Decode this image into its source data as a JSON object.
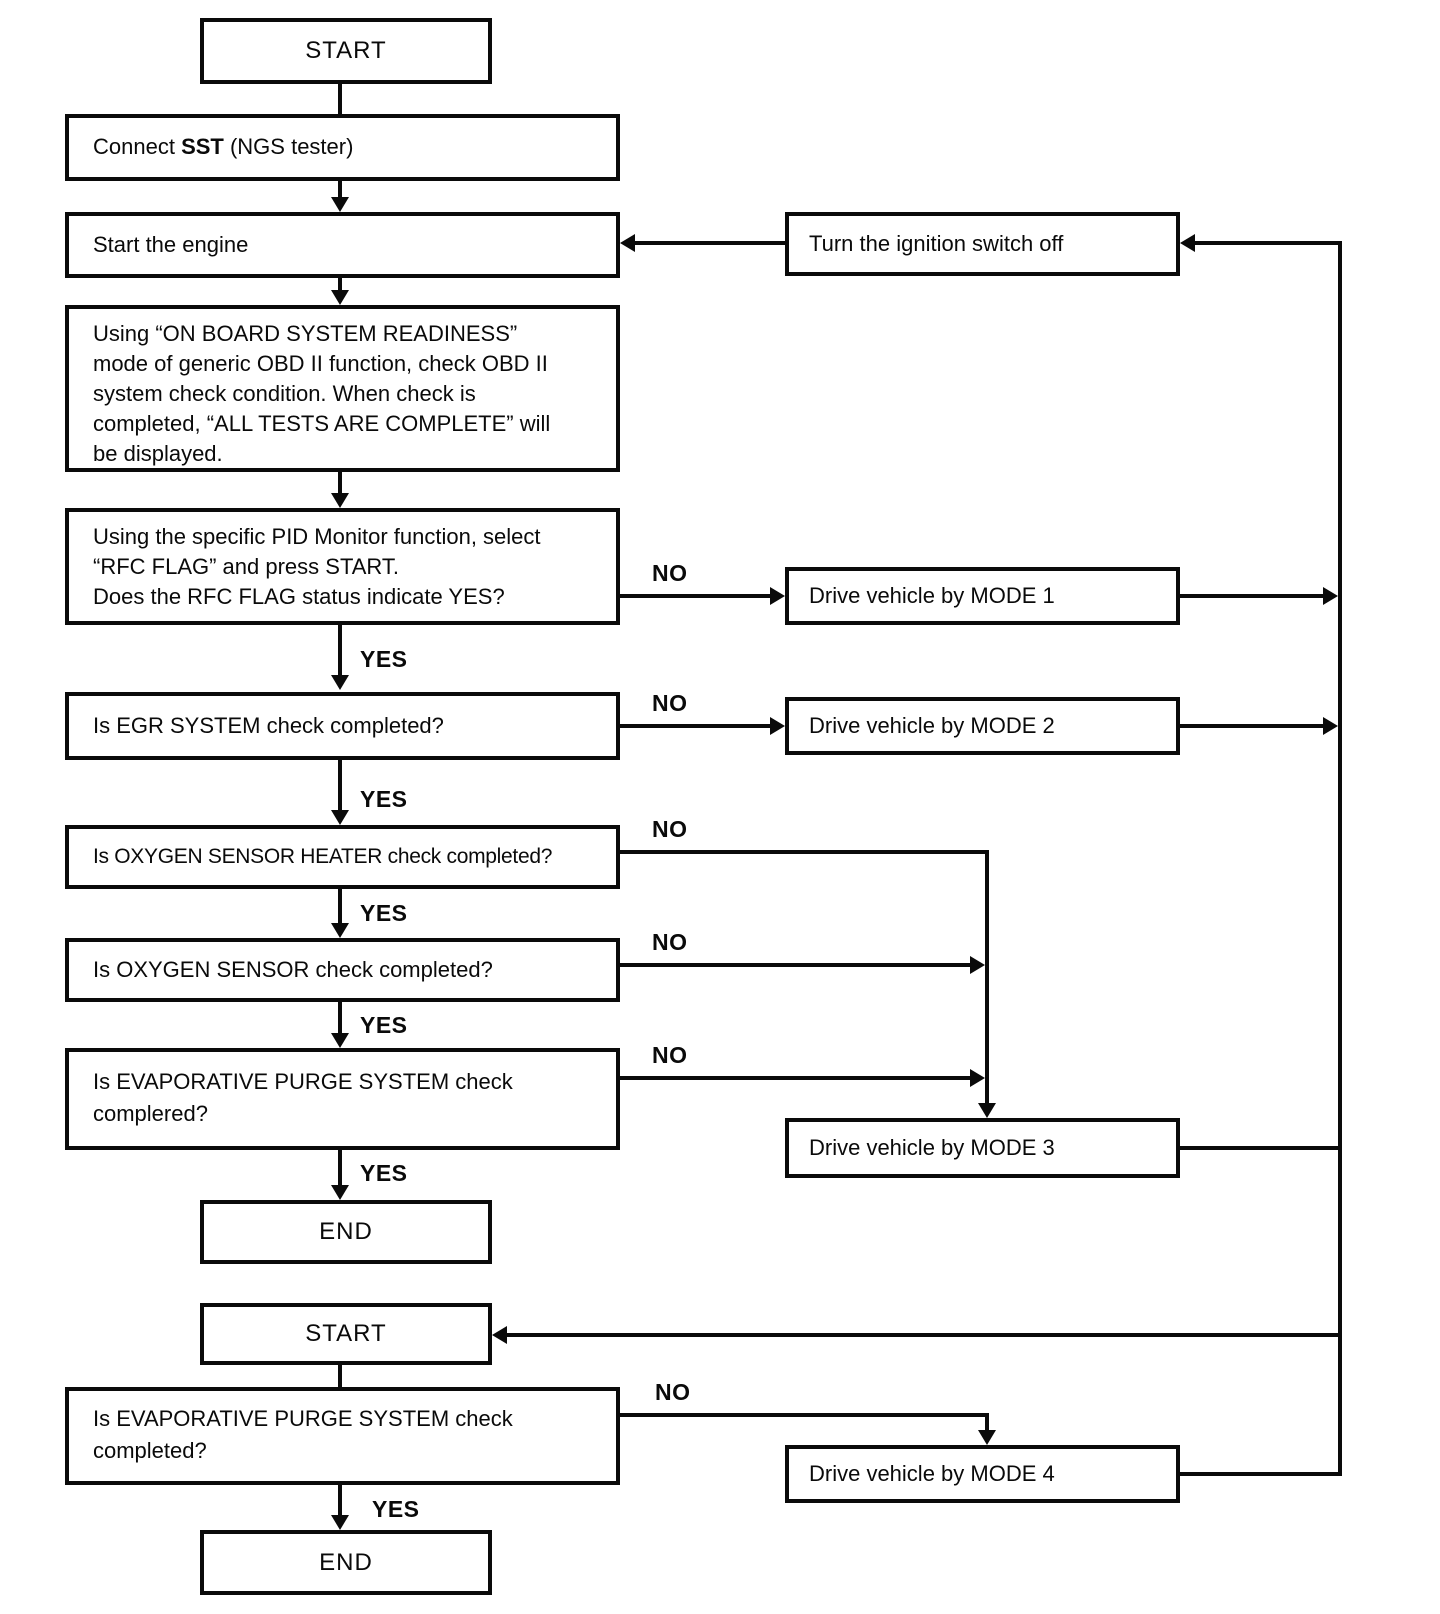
{
  "flowchart": {
    "labels": {
      "yes": "YES",
      "no": "NO"
    },
    "nodes": {
      "start_top": "START",
      "connect_sst_prefix": "Connect ",
      "connect_sst_bold": "SST",
      "connect_sst_suffix": " (NGS tester)",
      "start_engine": "Start the engine",
      "turn_ignition": "Turn the ignition switch off",
      "obd_readiness": "Using “ON BOARD SYSTEM READINESS”\nmode of generic OBD II function, check OBD II\nsystem check condition. When check is\ncompleted, “ALL TESTS ARE COMPLETE” will\nbe displayed.",
      "pid_monitor": "Using the specific PID Monitor function, select\n“RFC FLAG” and press START.\nDoes the RFC FLAG status indicate YES?",
      "drive_mode_1": "Drive vehicle by MODE 1",
      "egr_check": "Is EGR SYSTEM check completed?",
      "drive_mode_2": "Drive vehicle by MODE 2",
      "o2_heater_check": "Is OXYGEN SENSOR HEATER check completed?",
      "o2_sensor_check": "Is OXYGEN SENSOR check completed?",
      "evap_check_1": "Is EVAPORATIVE PURGE SYSTEM check\ncomplered?",
      "drive_mode_3": "Drive vehicle by MODE 3",
      "end_1": "END",
      "start_bottom": "START",
      "evap_check_2": "Is EVAPORATIVE PURGE SYSTEM check\ncompleted?",
      "drive_mode_4": "Drive vehicle by MODE 4",
      "end_2": "END"
    },
    "colors": {
      "line": "#0a0a0a",
      "background": "#ffffff",
      "text": "#0a0a0a"
    }
  }
}
